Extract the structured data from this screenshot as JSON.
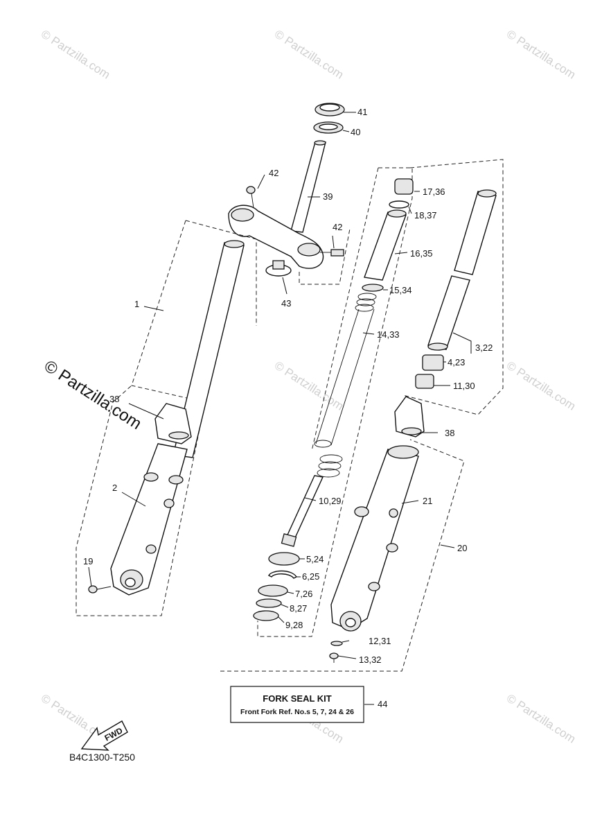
{
  "watermark": "© Partzilla.com",
  "diagram_code": "B4C1300-T250",
  "fwd_label": "FWD",
  "kit": {
    "title": "FORK  SEAL KIT",
    "subtitle": "Front Fork  Ref. No.s  5, 7, 24 & 26",
    "ref": "44"
  },
  "callouts": {
    "c41": "41",
    "c40": "40",
    "c42a": "42",
    "c39": "39",
    "c42b": "42",
    "c43": "43",
    "c1": "1",
    "c38a": "38",
    "c2": "2",
    "c19": "19",
    "c17": "17,36",
    "c18": "18,37",
    "c16": "16,35",
    "c15": "15,34",
    "c14": "14,33",
    "c10": "10,29",
    "c5": "5,24",
    "c6": "6,25",
    "c7": "7,26",
    "c8": "8,27",
    "c9": "9,28",
    "c3": "3,22",
    "c4": "4,23",
    "c11": "11,30",
    "c38b": "38",
    "c21": "21",
    "c20": "20",
    "c12": "12,31",
    "c13": "13,32"
  }
}
